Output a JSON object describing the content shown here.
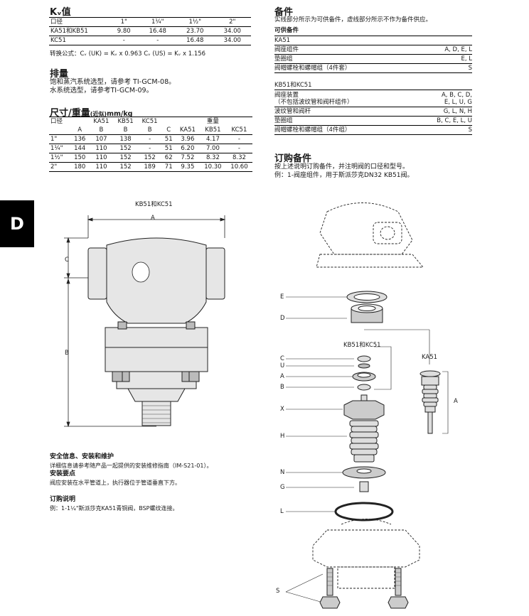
{
  "kv": {
    "title": "Kᵥ值",
    "headers": [
      "口径",
      "1\"",
      "1¼\"",
      "1½\"",
      "2\""
    ],
    "rows": [
      [
        "KA51和KB51",
        "9.80",
        "16.48",
        "23.70",
        "34.00"
      ],
      [
        "KC51",
        "-",
        "-",
        "16.48",
        "34.00"
      ]
    ],
    "formula": "转换公式：Cᵥ (UK) = Kᵥ x 0.963   Cᵥ (US) = Kᵥ x 1.156"
  },
  "capacity": {
    "title": "排量",
    "line1": "饱和蒸汽系统选型，请参考 TI-GCM-08。",
    "line2": "水系统选型，请参考TI-GCM-09。"
  },
  "dimensions": {
    "title_main": "尺寸/重量",
    "title_note": "(近似)",
    "title_unit": "mm/kg",
    "header1": [
      "口径",
      "KA51",
      "KB51",
      "KC51",
      "",
      "重量",
      "",
      ""
    ],
    "header2": [
      "",
      "A",
      "B",
      "B",
      "B",
      "C",
      "KA51",
      "KB51",
      "KC51"
    ],
    "rows": [
      [
        "1\"",
        "136",
        "107",
        "138",
        "-",
        "51",
        "3.96",
        "4.17",
        "-"
      ],
      [
        "1¼\"",
        "144",
        "110",
        "152",
        "-",
        "51",
        "6.20",
        "7.00",
        "-"
      ],
      [
        "1½\"",
        "150",
        "110",
        "152",
        "152",
        "62",
        "7.52",
        "8.32",
        "8.32"
      ],
      [
        "2\"",
        "180",
        "110",
        "152",
        "189",
        "71",
        "9.35",
        "10.30",
        "10.60"
      ]
    ]
  },
  "spares": {
    "title": "备件",
    "intro": "实线部分所示为可供备件，虚线部分所示不作为备件供应。",
    "available_title": "可供备件",
    "ka51_title": "KA51",
    "ka51": [
      {
        "name": "阀座组件",
        "code": "A, D, E, L"
      },
      {
        "name": "垫圈组",
        "code": "E, L"
      },
      {
        "name": "阀帽螺栓和螺帽组（4件套）",
        "code": "S"
      }
    ],
    "kb_title": "KB51和KC51",
    "kb": [
      {
        "name": "阀座装置",
        "name2": "（不包括波纹管和阀杆组件）",
        "code": "A, B, C, D,",
        "code2": "E, L, U, G"
      },
      {
        "name": "波纹管和阀杆",
        "code": "G, L, N, H"
      },
      {
        "name": "垫圈组",
        "code": "B, C, E, L, U"
      },
      {
        "name": "阀帽螺栓和螺帽组（4件组）",
        "code": "S"
      }
    ]
  },
  "ordering": {
    "title": "订购备件",
    "line1": "按上述说明订购备件，并注明阀的口径和型号。",
    "line2": "例：1-阀座组件，用于斯派莎克DN32 KB51阀。"
  },
  "side_tab": "D",
  "drawing": {
    "caption": "KB51和KC51",
    "dim_a": "A",
    "dim_b": "B",
    "dim_c": "C"
  },
  "exploded": {
    "labels": [
      "E",
      "D",
      "C",
      "U",
      "A",
      "B",
      "X",
      "H",
      "N",
      "G",
      "L",
      "S"
    ],
    "kb_caption": "KB51和KC51",
    "ka_caption": "KA51",
    "ka_label": "A"
  },
  "safety": {
    "title": "安全信息、安装和维护",
    "line": "详细信息请参考随产品一起提供的安装维修指南（IM-S21-01）。",
    "install_title": "安装要点",
    "install_line": "阀应安装在水平管道上，执行器位于管道垂直下方。",
    "order_title": "订购说明",
    "order_line": "例：1-1¼\"斯派莎克KA51青铜阀，BSP螺纹连接。"
  }
}
